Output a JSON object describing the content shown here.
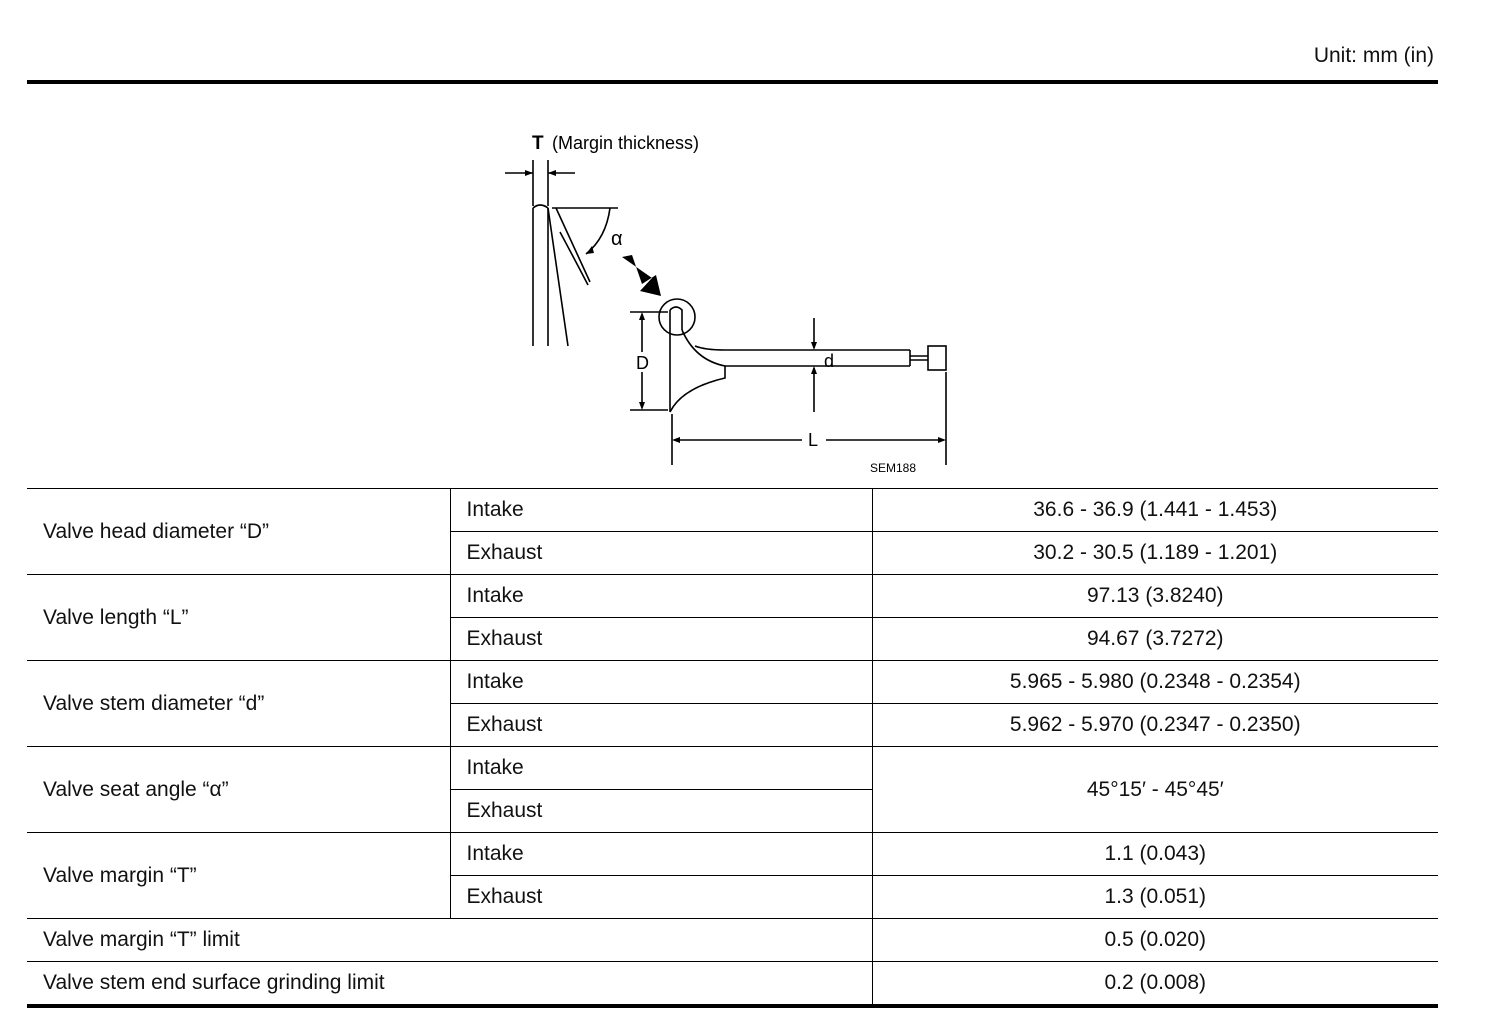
{
  "unit_label": "Unit: mm (in)",
  "figure": {
    "t_label": "T",
    "t_desc": "(Margin thickness)",
    "alpha_label": "α",
    "d_upper_label": "D",
    "d_lower_label": "d",
    "l_label": "L",
    "code": "SEM188"
  },
  "rows": [
    {
      "param": "Valve head diameter “D”",
      "intake": "36.6 - 36.9 (1.441 - 1.453)",
      "exhaust": "30.2 - 30.5 (1.189 - 1.201)"
    },
    {
      "param": "Valve length “L”",
      "intake": "97.13 (3.8240)",
      "exhaust": "94.67 (3.7272)"
    },
    {
      "param": "Valve stem diameter “d”",
      "intake": "5.965 - 5.980 (0.2348 - 0.2354)",
      "exhaust": "5.962 - 5.970 (0.2347 - 0.2350)"
    },
    {
      "param": "Valve seat angle “α”",
      "shared": "45°15′ - 45°45′"
    },
    {
      "param": "Valve margin “T”",
      "intake": "1.1 (0.043)",
      "exhaust": "1.3 (0.051)"
    }
  ],
  "sub_labels": {
    "intake": "Intake",
    "exhaust": "Exhaust"
  },
  "limits": [
    {
      "param": "Valve margin “T” limit",
      "value": "0.5 (0.020)"
    },
    {
      "param": "Valve stem end surface grinding limit",
      "value": "0.2 (0.008)"
    }
  ]
}
